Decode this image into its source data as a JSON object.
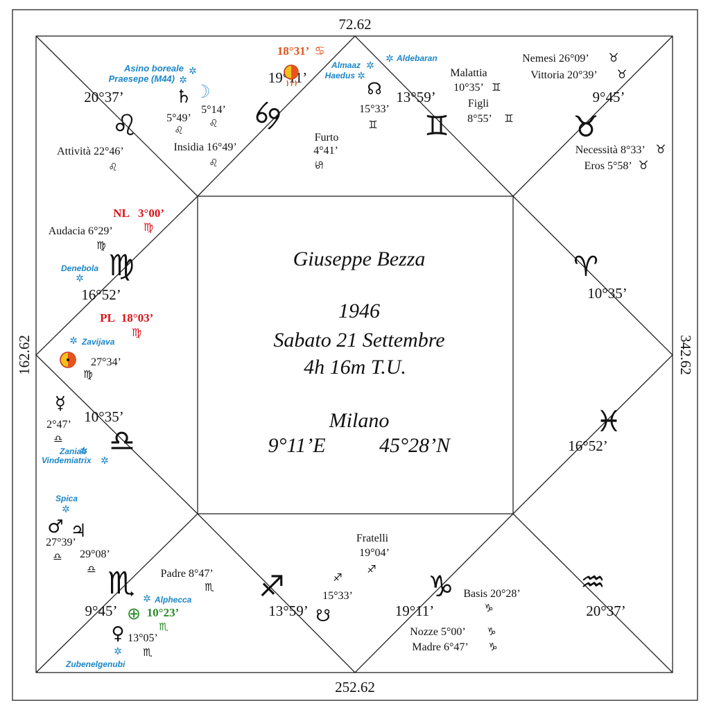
{
  "center": {
    "name": "Giuseppe Bezza",
    "year": "1946",
    "date": "Sabato 21 Settembre",
    "time": "4h 16m T.U.",
    "city": "Milano",
    "longitude": "9°11’E",
    "latitude": "45°28’N"
  },
  "edges": {
    "top": "72.62",
    "bottom": "252.62",
    "left": "162.62",
    "right": "342.62"
  },
  "colors": {
    "star": "#1a86c8",
    "red": "#d8141c",
    "orange": "#e0541c",
    "green": "#2a8a2a"
  },
  "cusps": [
    {
      "degree": "20°37’",
      "sign": "♌"
    },
    {
      "degree": "19°11’",
      "sign": "♋"
    },
    {
      "degree": "13°59’",
      "sign": "♊"
    },
    {
      "degree": "9°45’",
      "sign": "♉"
    },
    {
      "degree": "10°35’",
      "sign": "♈"
    },
    {
      "degree": "16°52’",
      "sign": "♓"
    },
    {
      "degree": "20°37’",
      "sign": "♒"
    },
    {
      "degree": "19°11’",
      "sign": "♑"
    },
    {
      "degree": "13°59’",
      "sign": "♐"
    },
    {
      "degree": "9°45’",
      "sign": "♏"
    },
    {
      "degree": "10°35’",
      "sign": "♎"
    },
    {
      "degree": "16°52’",
      "sign": "♍"
    }
  ],
  "planets": {
    "saturn": {
      "symbol": "♄",
      "degree": "5°49’",
      "sign": "♌"
    },
    "moon": {
      "symbol": "☽",
      "degree": "5°14’",
      "sign": "♌"
    },
    "sun": {
      "degree": "27°34’",
      "sign": "♍"
    },
    "mercury": {
      "symbol": "☿",
      "degree": "2°47’",
      "sign": "♎"
    },
    "mars": {
      "symbol": "♂",
      "degree": "27°39’",
      "sign": "♎"
    },
    "jupiter": {
      "symbol": "♃",
      "degree": "29°08’",
      "sign": "♎"
    },
    "venus": {
      "symbol": "♀",
      "degree": "13°05’",
      "sign": "♏"
    },
    "fortune": {
      "symbol": "⊕",
      "degree": "10°23’",
      "sign": "♏"
    },
    "node_north": {
      "symbol": "☊",
      "degree": "15°33’",
      "sign": "♊"
    },
    "node_south": {
      "symbol": "☋",
      "degree": "15°33’",
      "sign": "♐"
    },
    "prenatal": {
      "label": "18°31’",
      "sign": "♋"
    }
  },
  "lunations": {
    "nl": {
      "label": "NL",
      "degree": "3°00’",
      "sign": "♍"
    },
    "pl": {
      "label": "PL",
      "degree": "18°03’",
      "sign": "♍"
    }
  },
  "lots": [
    {
      "name": "Attività",
      "degree": "22°46’",
      "sign": "♌"
    },
    {
      "name": "Insidia",
      "degree": "16°49’",
      "sign": "♌"
    },
    {
      "name": "Furto",
      "degree": "4°41’",
      "sign": "♋"
    },
    {
      "name": "Malattia",
      "degree": "10°35’",
      "sign": "♊"
    },
    {
      "name": "Figli",
      "degree": "8°55’",
      "sign": "♊"
    },
    {
      "name": "Nemesi",
      "degree": "26°09’",
      "sign": "♉"
    },
    {
      "name": "Vittoria",
      "degree": "20°39’",
      "sign": "♉"
    },
    {
      "name": "Necessità",
      "degree": "8°33’",
      "sign": "♉"
    },
    {
      "name": "Eros",
      "degree": "5°58’",
      "sign": "♉"
    },
    {
      "name": "Audacia",
      "degree": "6°29’",
      "sign": "♍"
    },
    {
      "name": "Fratelli",
      "degree": "19°04’",
      "sign": "♐"
    },
    {
      "name": "Padre",
      "degree": "8°47’",
      "sign": "♏"
    },
    {
      "name": "Basis",
      "degree": "20°28’",
      "sign": "♑"
    },
    {
      "name": "Nozze",
      "degree": "5°00’",
      "sign": "♑"
    },
    {
      "name": "Madre",
      "degree": "6°47’",
      "sign": "♑"
    }
  ],
  "stars": {
    "asino": "Asino boreale",
    "praesepe": "Praesepe (M44)",
    "almaaz": "Almaaz",
    "haedus": "Haedus",
    "aldebaran": "Aldebaran",
    "denebola": "Denebola",
    "zavijava": "Zavijava",
    "zaniah": "Zaniah",
    "vindemiatrix": "Vindemiatrix",
    "spica": "Spica",
    "alphecca": "Alphecca",
    "zubenelgenubi": "Zubenelgenubi"
  },
  "symbols": {
    "star": "✲"
  }
}
